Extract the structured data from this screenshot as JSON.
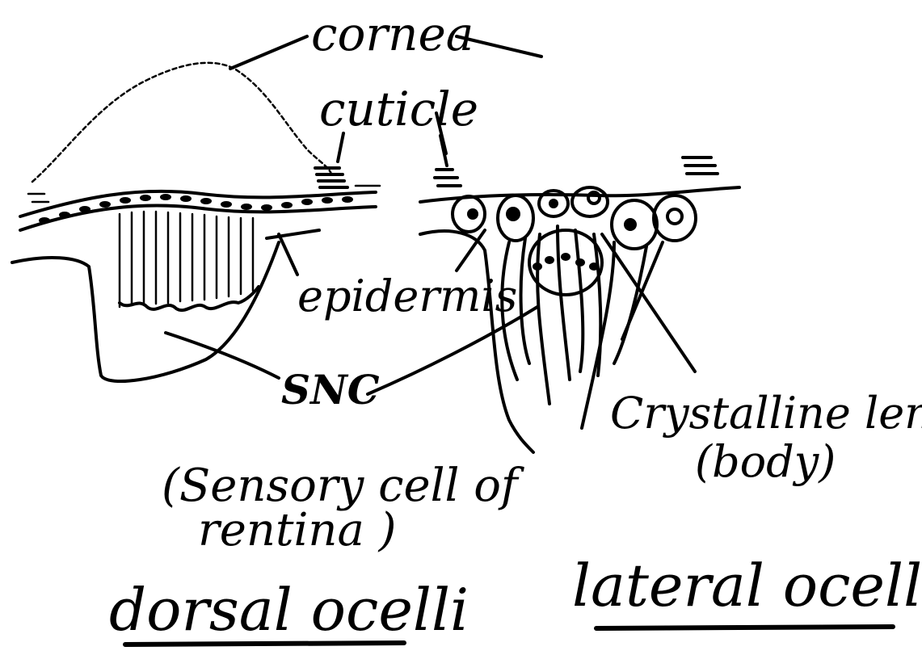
{
  "labels": {
    "cornea": "cornea",
    "cuticle": "cuticle",
    "epidermis": "epidermis",
    "snc": "SNC",
    "sensory_line1": "(Sensory cell of",
    "sensory_line2": "rentina )",
    "crystalline_line1": "Crystalline len",
    "crystalline_line2": "(body)",
    "dorsal_ocelli": "dorsal ocelli",
    "lateral_ocelli": "lateral ocelli"
  },
  "colors": {
    "ink": "#000000",
    "background": "#ffffff"
  }
}
